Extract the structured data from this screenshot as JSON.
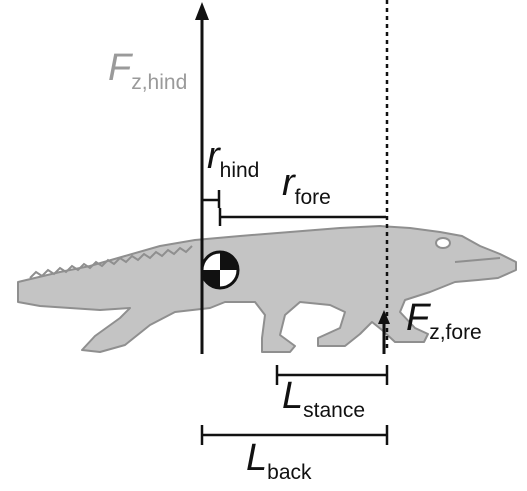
{
  "labels": {
    "f_hind": {
      "symbol": "F",
      "subscript": "z,hind"
    },
    "r_hind": {
      "symbol": "r",
      "subscript": "hind"
    },
    "r_fore": {
      "symbol": "r",
      "subscript": "fore"
    },
    "f_fore": {
      "symbol": "F",
      "subscript": "z,fore"
    },
    "l_stance": {
      "symbol": "L",
      "subscript": "stance"
    },
    "l_back": {
      "symbol": "L",
      "subscript": "back"
    }
  },
  "colors": {
    "body_fill": "#c4c4c4",
    "outline": "#8f8f8f",
    "line": "#111111",
    "faded_label": "#9a9a9a"
  },
  "icons": {
    "center_of_mass": "center-of-mass-icon"
  }
}
